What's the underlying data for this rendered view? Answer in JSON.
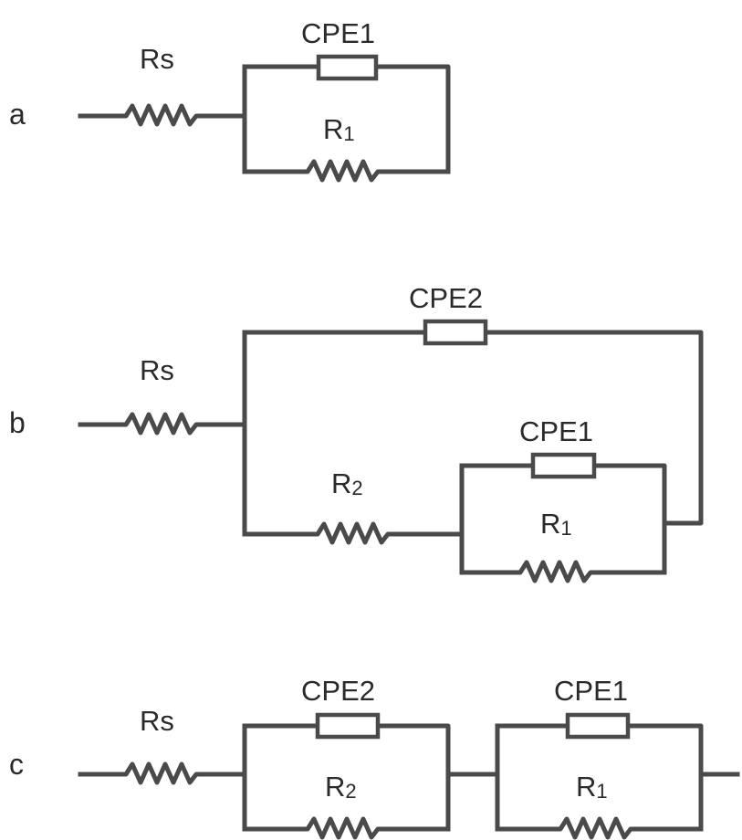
{
  "panels": {
    "a": {
      "letter": "a",
      "rs": "Rs",
      "cpe1": "CPE1",
      "r1_main": "R",
      "r1_sub": "1"
    },
    "b": {
      "letter": "b",
      "rs": "Rs",
      "cpe2": "CPE2",
      "cpe1": "CPE1",
      "r2_main": "R",
      "r2_sub": "2",
      "r1_main": "R",
      "r1_sub": "1"
    },
    "c": {
      "letter": "c",
      "rs": "Rs",
      "cpe2": "CPE2",
      "cpe1": "CPE1",
      "r2_main": "R",
      "r2_sub": "2",
      "r1_main": "R",
      "r1_sub": "1"
    }
  },
  "colors": {
    "line": "#4a4a4a",
    "text": "#2a2a2a",
    "background": "#ffffff"
  }
}
